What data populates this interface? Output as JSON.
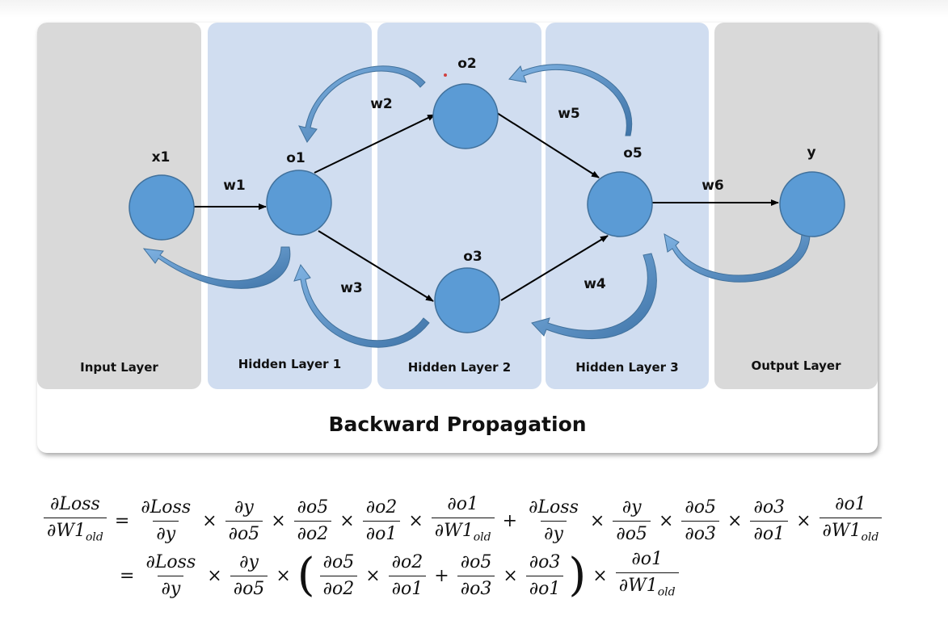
{
  "diagram": {
    "caption": "Backward Propagation",
    "layers": [
      {
        "label": "Input Layer"
      },
      {
        "label": "Hidden Layer 1"
      },
      {
        "label": "Hidden Layer 2"
      },
      {
        "label": "Hidden Layer 3"
      },
      {
        "label": "Output Layer"
      }
    ],
    "nodes": [
      {
        "label": "x1"
      },
      {
        "label": "o1"
      },
      {
        "label": "o2"
      },
      {
        "label": "o3"
      },
      {
        "label": "o5"
      },
      {
        "label": "y"
      }
    ],
    "weights": [
      "w1",
      "w2",
      "w3",
      "w4",
      "w5",
      "w6"
    ],
    "colors": {
      "node_fill": "#5b9bd5",
      "node_stroke": "#41719c",
      "band_gray": "#d9d9d9",
      "band_blue": "#d0ddf0"
    }
  },
  "equation": {
    "times": "×",
    "plus": "+",
    "equals": "=",
    "lhs_num": "∂Loss",
    "lhs_den": "∂W1",
    "old": "old",
    "dloss": "∂Loss",
    "dy": "∂y",
    "do5": "∂o5",
    "do2": "∂o2",
    "do1": "∂o1",
    "do3": "∂o3",
    "dw1": "∂W1"
  }
}
